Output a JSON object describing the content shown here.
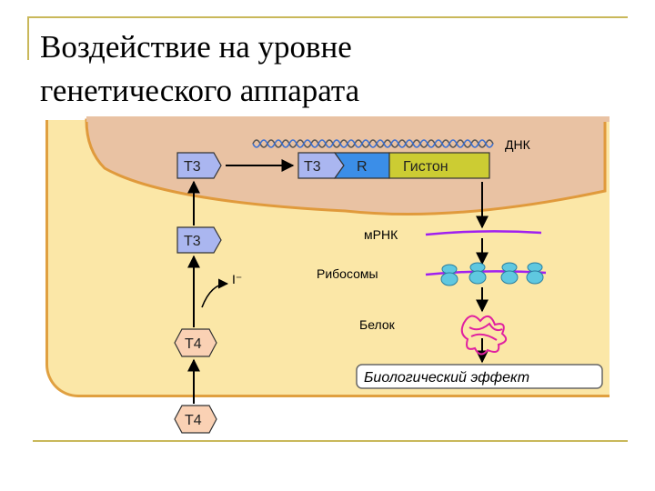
{
  "title_lines": [
    "Воздействие на уровне",
    "генетического аппарата"
  ],
  "labels": {
    "dna": "ДНК",
    "mrna": "мРНК",
    "ribosomes": "Рибосомы",
    "protein": "Белок",
    "iodide": "I⁻"
  },
  "hormones": {
    "t3": "Т3",
    "t4": "Т4"
  },
  "receptor_complex": {
    "t3": "Т3",
    "receptor": "R",
    "histone": "Гистон"
  },
  "effect": "Биологический эффект",
  "colors": {
    "nucleus": "#e9c2a3",
    "nucleus_border": "#e09a3c",
    "cytoplasm": "#fbe7a7",
    "hormone_fill": "#aab6f0",
    "receptor_fill": "#3b8ee8",
    "histone_fill": "#cccc33",
    "mrna": "#a020f0",
    "protein": "#e020a0",
    "ribosome": "#5fc8e0"
  }
}
